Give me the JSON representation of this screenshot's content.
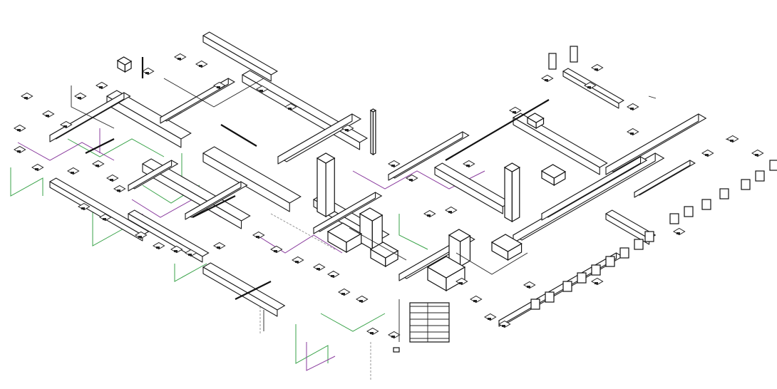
{
  "colors": {
    "background": "#ffffff",
    "duct_outline": "#1a1a1a",
    "chilled_water_pipe": "#3aa34a",
    "heating_water_pipe": "#8a3c9e",
    "hidden_line": "#8c8c8c"
  },
  "view": "isometric",
  "layers": [
    "ductwork",
    "equipment",
    "diffusers",
    "piping"
  ]
}
